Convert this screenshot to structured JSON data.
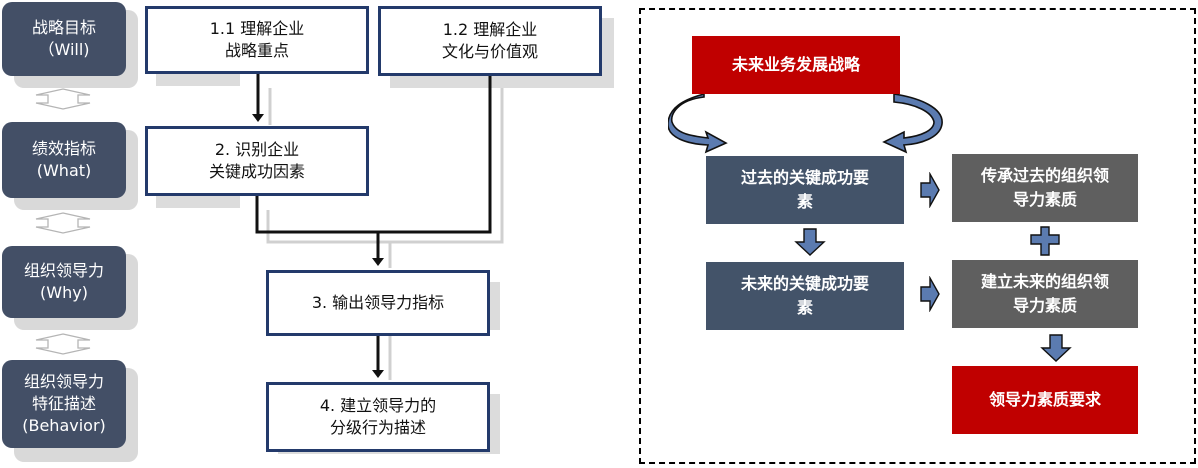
{
  "stages": [
    {
      "lines": [
        "战略目标",
        "（Will)"
      ]
    },
    {
      "lines": [
        "绩效指标",
        "(What)"
      ]
    },
    {
      "lines": [
        "组织领导力",
        "(Why)"
      ]
    },
    {
      "lines": [
        "组织领导力",
        "特征描述",
        "(Behavior)"
      ]
    }
  ],
  "process": {
    "box_1_1": {
      "lines": [
        "1.1  理解企业",
        "战略重点"
      ]
    },
    "box_1_2": {
      "lines": [
        "1.2 理解企业",
        "文化与价值观"
      ]
    },
    "box_2": {
      "lines": [
        "2. 识别企业",
        "关键成功因素"
      ]
    },
    "box_3": {
      "lines": [
        "3. 输出领导力指标"
      ]
    },
    "box_4": {
      "lines": [
        "4. 建立领导力的",
        "分级行为描述"
      ]
    }
  },
  "right_panel": {
    "strategy": {
      "lines": [
        "未来业务发展战略"
      ]
    },
    "past_factors": {
      "lines": [
        "过去的关键成功要",
        "素"
      ]
    },
    "future_factors": {
      "lines": [
        "未来的关键成功要",
        "素"
      ]
    },
    "inherit_quality": {
      "lines": [
        "传承过去的组织领",
        "导力素质"
      ]
    },
    "build_quality": {
      "lines": [
        "建立未来的组织领",
        "导力素质"
      ]
    },
    "requirements": {
      "lines": [
        "领导力素质要求"
      ]
    }
  },
  "colors": {
    "stage_fill": "#434f66",
    "process_border": "#233a6b",
    "red": "#c00000",
    "navy": "#435369",
    "grey": "#5f5f5f",
    "arrow_fill": "#5b7bb0"
  }
}
